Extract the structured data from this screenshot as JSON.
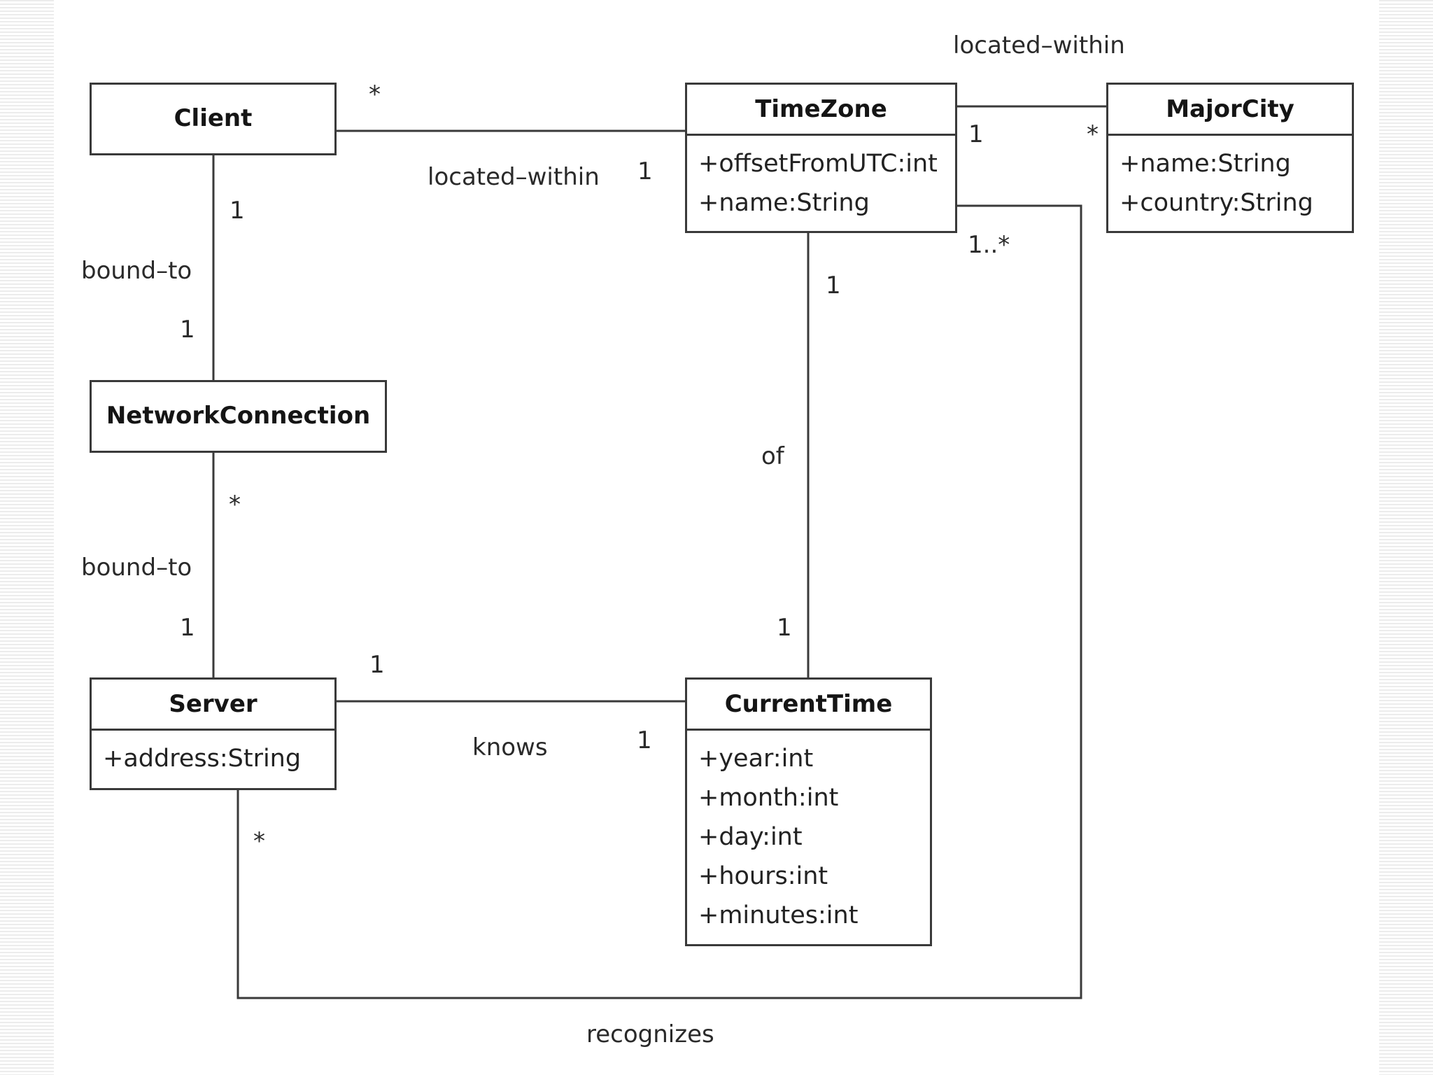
{
  "classes": {
    "client": {
      "name": "Client"
    },
    "network_connection": {
      "name": "NetworkConnection"
    },
    "server": {
      "name": "Server",
      "attributes": [
        "+address:String"
      ]
    },
    "time_zone": {
      "name": "TimeZone",
      "attributes": [
        "+offsetFromUTC:int",
        "+name:String"
      ]
    },
    "major_city": {
      "name": "MajorCity",
      "attributes": [
        "+name:String",
        "+country:String"
      ]
    },
    "current_time": {
      "name": "CurrentTime",
      "attributes": [
        "+year:int",
        "+month:int",
        "+day:int",
        "+hours:int",
        "+minutes:int"
      ]
    }
  },
  "associations": {
    "client_timezone": {
      "name": "located–within",
      "client_end": "*",
      "timezone_end": "1"
    },
    "timezone_majorcity": {
      "name": "located–within",
      "timezone_end": "1",
      "majorcity_end": "*"
    },
    "client_network": {
      "name": "bound–to",
      "client_end": "1",
      "network_end": "1"
    },
    "network_server": {
      "name": "bound–to",
      "network_end": "*",
      "server_end": "1"
    },
    "timezone_currenttime": {
      "name": "of",
      "timezone_end": "1",
      "currenttime_end": "1"
    },
    "server_currenttime": {
      "name": "knows",
      "server_end": "1",
      "currenttime_end": "1"
    },
    "server_timezone": {
      "name": "recognizes",
      "server_end": "*",
      "timezone_end": "1..*"
    }
  }
}
